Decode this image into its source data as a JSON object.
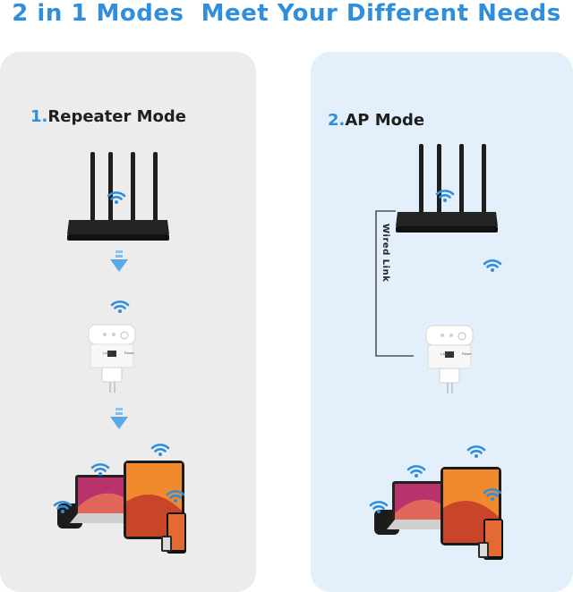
{
  "headline": "2 in 1 Modes  Meet Your Different Needs",
  "modes": [
    {
      "number": "1.",
      "name": "Repeater Mode"
    },
    {
      "number": "2.",
      "name": "AP Mode"
    }
  ],
  "wired_link_label": "Wired Link",
  "extender": {
    "lan_label": "LAN",
    "reset_label": "Reset"
  },
  "colors": {
    "headline": "#2f8fdc",
    "accent_blue": "#2f8fdc",
    "left_panel": "#ececec",
    "right_panel": "#e3f0fb",
    "router_body": "#1f1f1f",
    "arrow": "#6db4ea"
  },
  "icons": [
    "wifi-icon",
    "router",
    "wifi-extender",
    "down-arrow-icon",
    "laptop",
    "tablet",
    "smartphone",
    "smart-speaker"
  ]
}
